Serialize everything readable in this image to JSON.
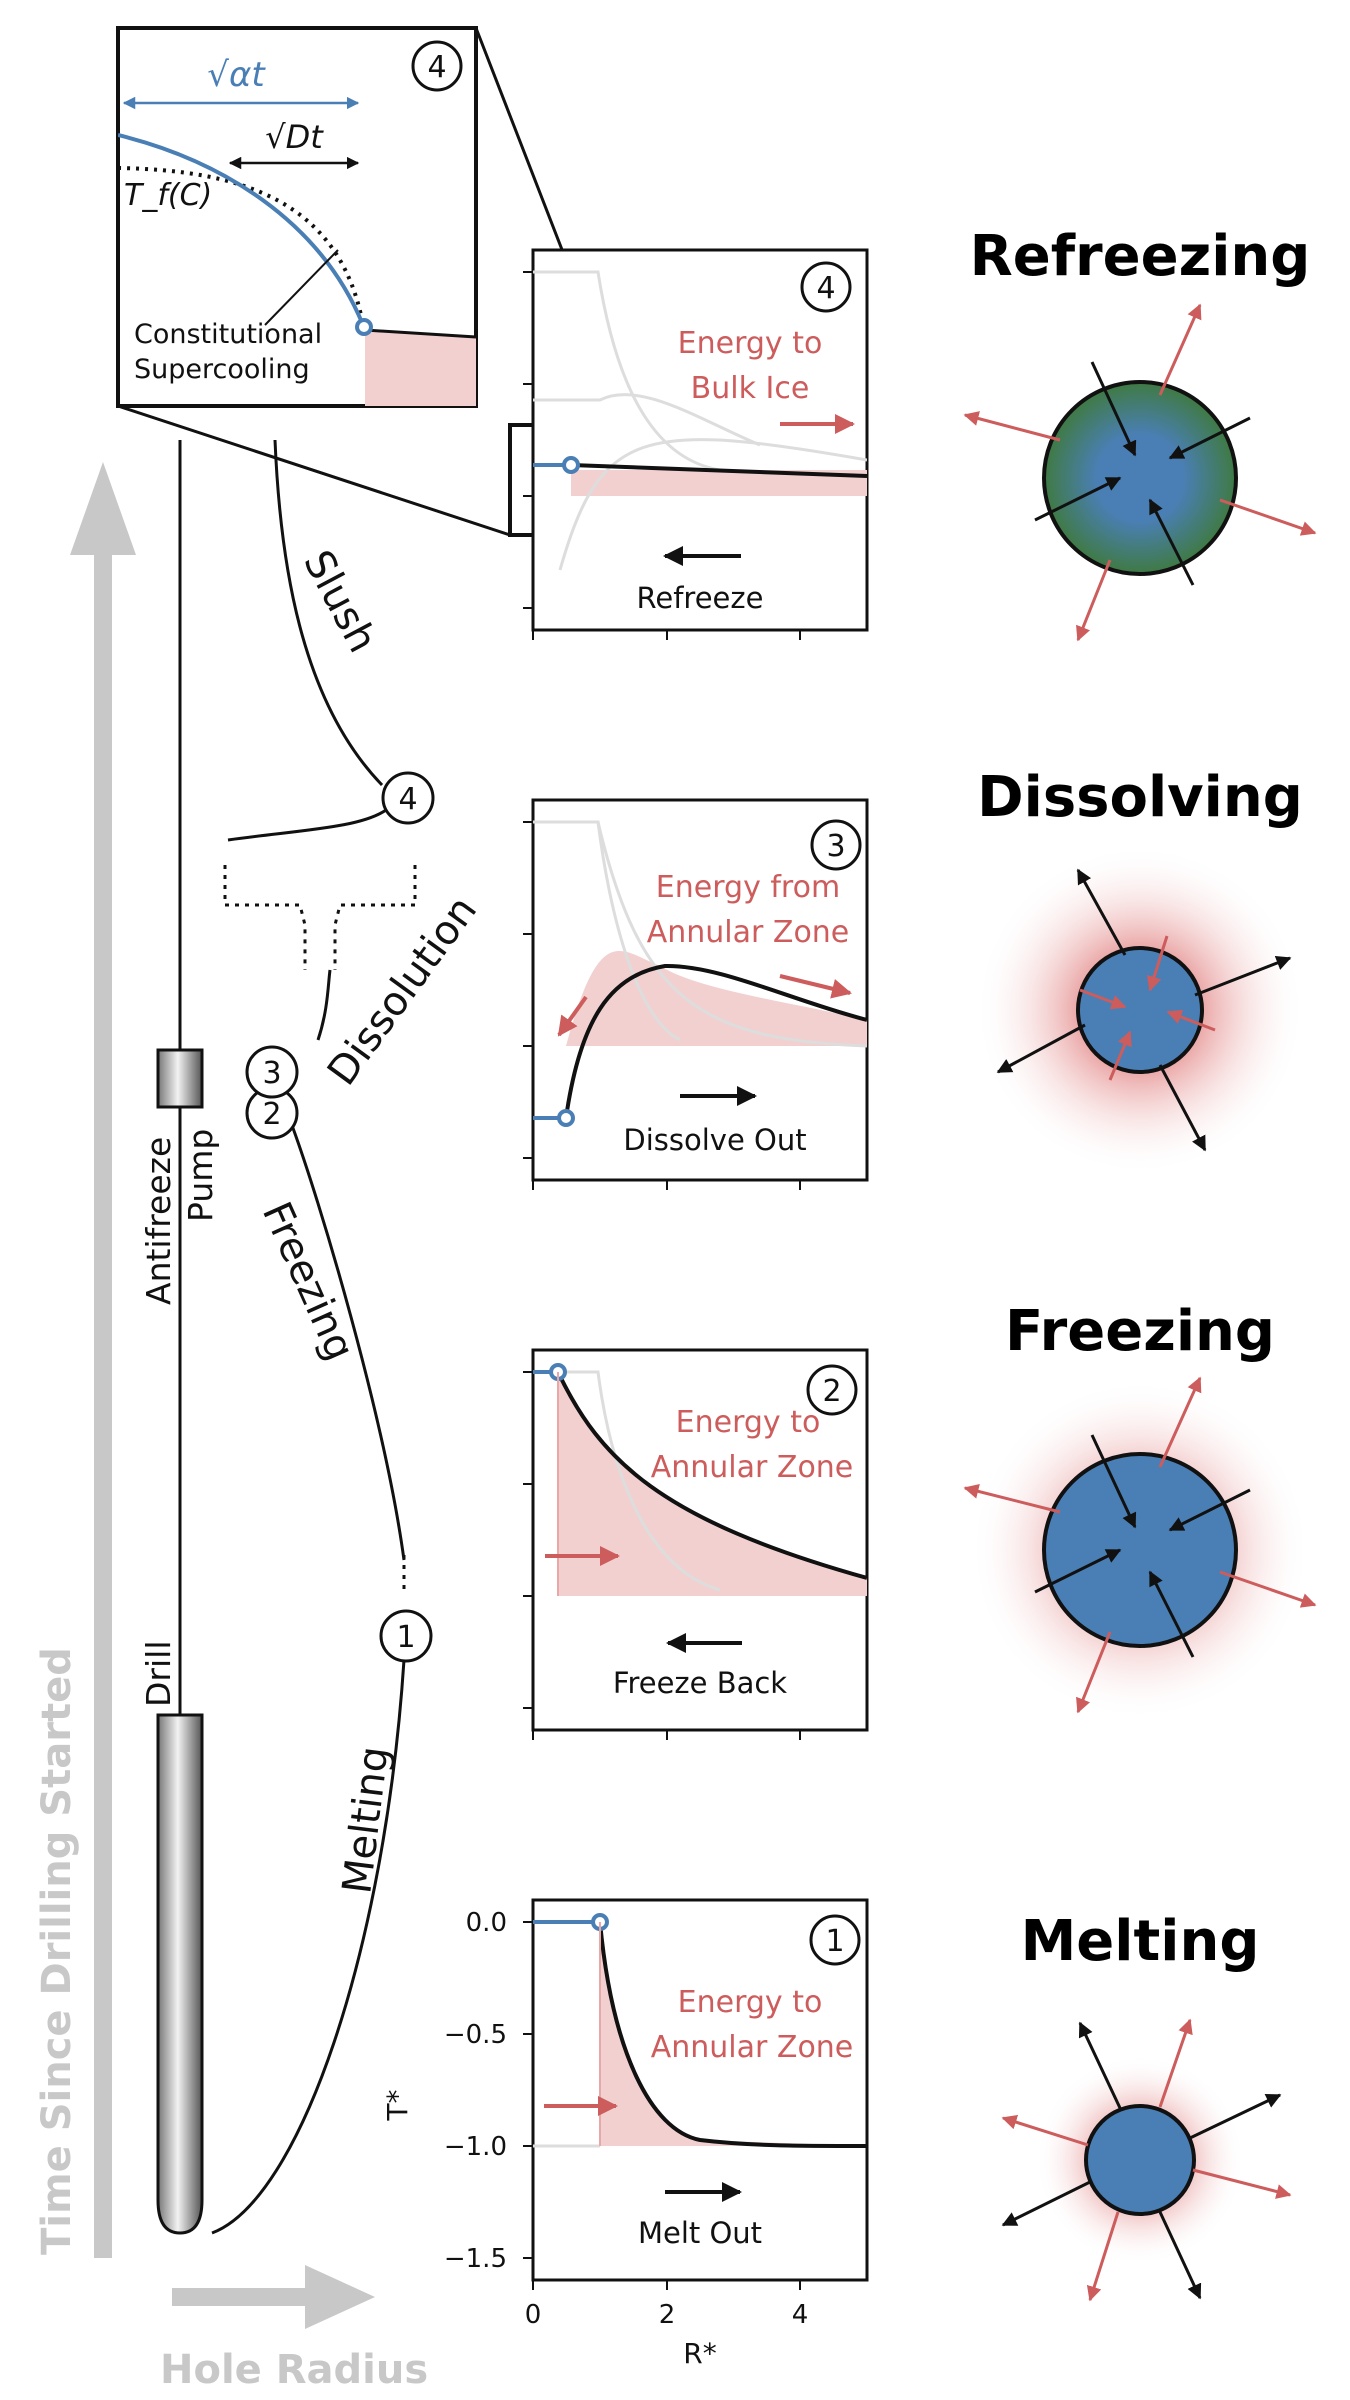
{
  "axes": {
    "time_label": "Time Since Drilling Started",
    "radius_label": "Hole Radius"
  },
  "timeline": {
    "antifreeze_pump_line1": "Antifreeze",
    "antifreeze_pump_line2": "Pump",
    "drill_label": "Drill",
    "phases": {
      "melting": "Melting",
      "freezing": "Freezing",
      "dissolution": "Dissolution",
      "slush": "Slush"
    },
    "markers": [
      "1",
      "2",
      "3",
      "4"
    ]
  },
  "inset": {
    "number": "4",
    "sqrt_alpha_t": "√αt",
    "sqrt_dt": "√Dt",
    "tf_label": "T_f(C)",
    "supercooling_line1": "Constitutional",
    "supercooling_line2": "Supercooling"
  },
  "panels": [
    {
      "number": "4",
      "energy_line1": "Energy to",
      "energy_line2": "Bulk Ice",
      "motion": "Refreeze"
    },
    {
      "number": "3",
      "energy_line1": "Energy from",
      "energy_line2": "Annular Zone",
      "motion": "Dissolve Out"
    },
    {
      "number": "2",
      "energy_line1": "Energy to",
      "energy_line2": "Annular Zone",
      "motion": "Freeze Back"
    },
    {
      "number": "1",
      "energy_line1": "Energy to",
      "energy_line2": "Annular Zone",
      "motion": "Melt Out"
    }
  ],
  "panel_axes": {
    "ylabel": "T*",
    "xlabel": "R*",
    "yticks": [
      "0.0",
      "−0.5",
      "−1.0",
      "−1.5"
    ],
    "xticks": [
      "0",
      "2",
      "4"
    ]
  },
  "stages": [
    {
      "title": "Refreezing",
      "icon": "refreezing-sphere-icon"
    },
    {
      "title": "Dissolving",
      "icon": "dissolving-sphere-icon"
    },
    {
      "title": "Freezing",
      "icon": "freezing-sphere-icon"
    },
    {
      "title": "Melting",
      "icon": "melting-sphere-icon"
    }
  ],
  "colors": {
    "blue": "#4a7fb5",
    "red": "#cd5c5c",
    "pink_fill": "#f2d0d0",
    "green_rim": "#3f7a43",
    "gray_axis": "#c8c8c8"
  }
}
